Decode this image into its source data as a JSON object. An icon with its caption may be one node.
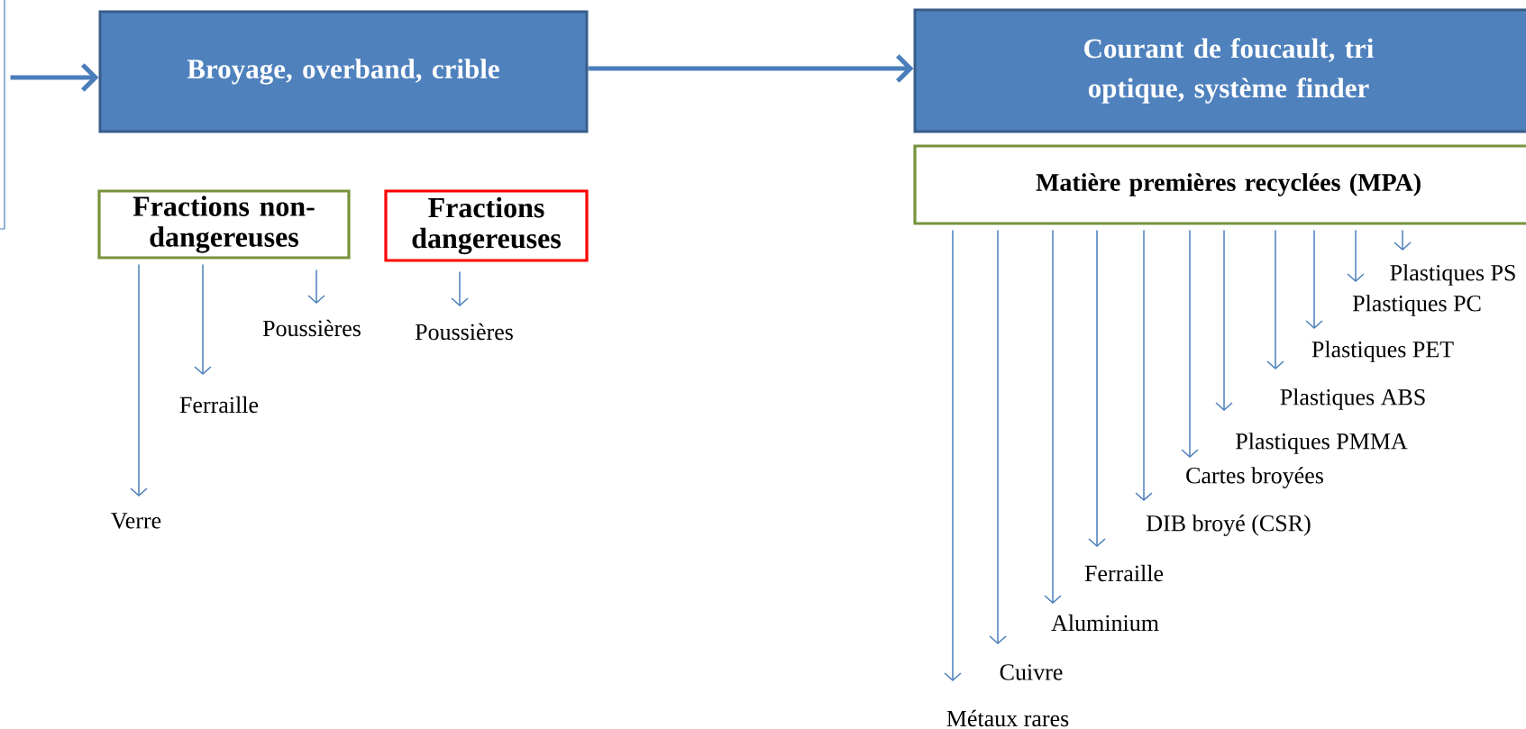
{
  "diagram": {
    "nodes": [
      {
        "text": [],
        "shape": "box"
      },
      {
        "text": [
          "Broyage, overband, crible"
        ]
      },
      {
        "text": [
          "Courant de foucault, tri optique, système finder"
        ]
      },
      {
        "text": [
          "Fractions non-dangereuses"
        ]
      },
      {
        "text": [
          "Fractions dangereuses"
        ]
      },
      {
        "text": [
          "Matière premières recyclées (MPA)"
        ]
      },
      {
        "text": [
          "Verre"
        ]
      },
      {
        "text": [
          "Ferraille"
        ]
      },
      {
        "text": [
          "Poussières"
        ]
      },
      {
        "text": [
          "Poussières"
        ]
      },
      {
        "text": [
          "Métaux rares"
        ]
      },
      {
        "text": [
          "Cuivre"
        ]
      },
      {
        "text": [
          "Aluminium"
        ]
      },
      {
        "text": [
          "Ferraille"
        ]
      },
      {
        "text": [
          "DIB broyé (CSR)"
        ]
      },
      {
        "text": [
          "Cartes broyées"
        ]
      },
      {
        "text": [
          "Plastiques PMMA"
        ]
      },
      {
        "text": [
          "Plastiques ABS"
        ]
      },
      {
        "text": [
          "Plastiques PET"
        ]
      },
      {
        "text": [
          "Plastiques PC"
        ]
      },
      {
        "text": [
          "Plastiques PS"
        ]
      }
    ],
    "edges": [
      {
        "from": 0,
        "to": 1,
        "arrow": "to",
        "style": "thick"
      },
      {
        "from": 1,
        "to": 2,
        "arrow": "to",
        "style": "thick"
      },
      {
        "from": 3,
        "to": 6,
        "arrow": "to"
      },
      {
        "from": 3,
        "to": 7,
        "arrow": "to"
      },
      {
        "from": 3,
        "to": 8,
        "arrow": "to"
      },
      {
        "from": 4,
        "to": 9,
        "arrow": "to"
      },
      {
        "from": 5,
        "to": 10,
        "arrow": "to"
      },
      {
        "from": 5,
        "to": 11,
        "arrow": "to"
      },
      {
        "from": 5,
        "to": 12,
        "arrow": "to"
      },
      {
        "from": 5,
        "to": 13,
        "arrow": "to"
      },
      {
        "from": 5,
        "to": 14,
        "arrow": "to"
      },
      {
        "from": 5,
        "to": 15,
        "arrow": "to"
      },
      {
        "from": 5,
        "to": 16,
        "arrow": "to"
      },
      {
        "from": 5,
        "to": 17,
        "arrow": "to"
      },
      {
        "from": 5,
        "to": 18,
        "arrow": "to"
      },
      {
        "from": 5,
        "to": 19,
        "arrow": "to"
      },
      {
        "from": 5,
        "to": 20,
        "arrow": "to"
      }
    ]
  }
}
